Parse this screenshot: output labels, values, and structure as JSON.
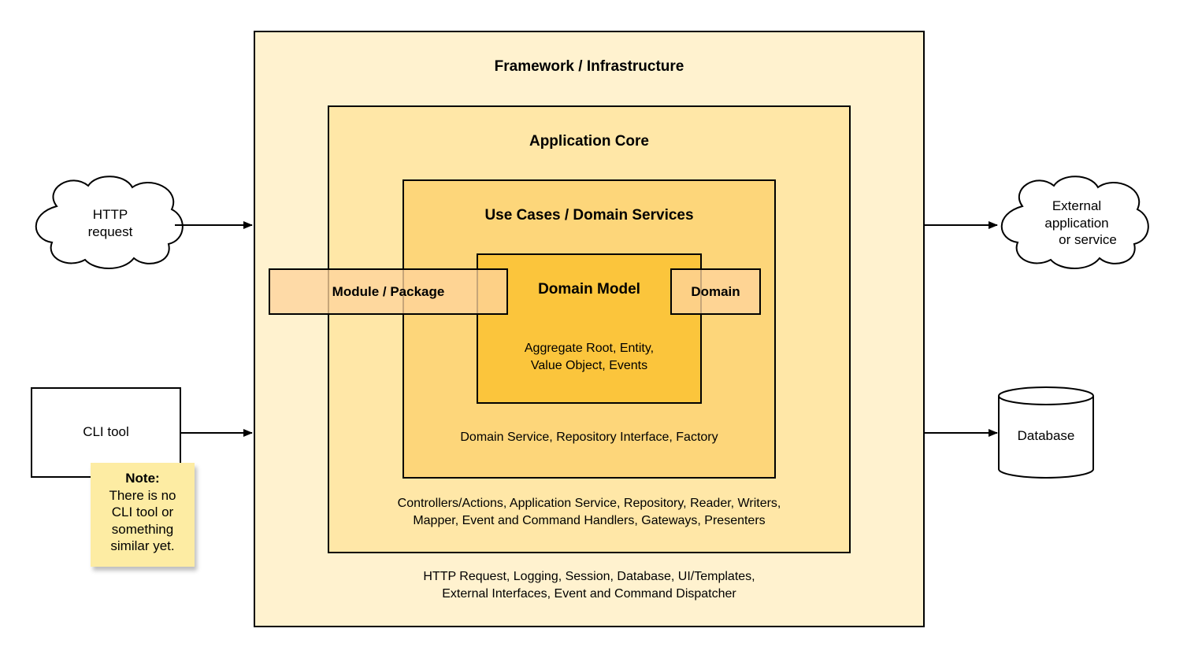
{
  "layers": {
    "framework": {
      "title": "Framework / Infrastructure",
      "description_line1": "HTTP Request, Logging, Session, Database, UI/Templates,",
      "description_line2": "External Interfaces, Event and Command Dispatcher"
    },
    "application_core": {
      "title": "Application Core",
      "description_line1": "Controllers/Actions, Application Service, Repository, Reader, Writers,",
      "description_line2": "Mapper, Event and Command Handlers, Gateways, Presenters"
    },
    "use_cases": {
      "title": "Use Cases / Domain Services",
      "description": "Domain Service, Repository Interface, Factory"
    },
    "domain_model": {
      "title": "Domain Model",
      "description_line1": "Aggregate Root, Entity,",
      "description_line2": "Value Object, Events"
    }
  },
  "overlays": {
    "module_package": "Module / Package",
    "domain": "Domain"
  },
  "inputs": {
    "http_request_line1": "HTTP",
    "http_request_line2": "request",
    "cli_tool": "CLI tool"
  },
  "outputs": {
    "external_line1": "External",
    "external_line2": "application",
    "external_line3": "or service",
    "database": "Database"
  },
  "note": {
    "heading": "Note:",
    "line1": "There is no",
    "line2": "CLI tool or",
    "line3": "something",
    "line4": "similar yet."
  },
  "colors": {
    "framework": "#fff2cf",
    "application_core": "#ffe7a7",
    "use_cases": "#fdd67a",
    "domain_model": "#fbc53c",
    "overlay": "#fed49b",
    "note": "#fdeca3"
  }
}
